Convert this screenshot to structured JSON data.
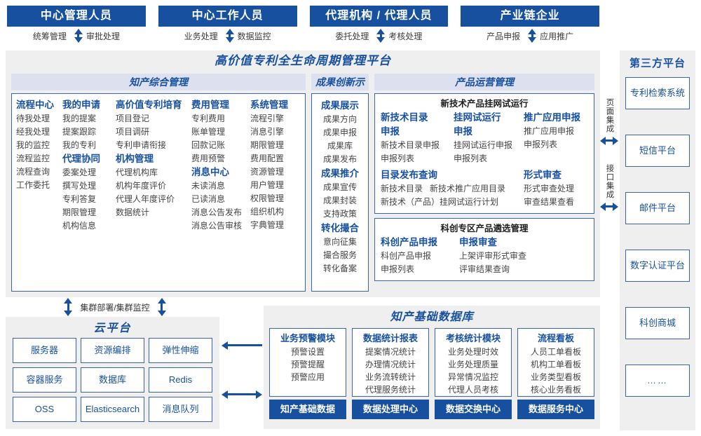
{
  "actors": [
    {
      "title": "中心管理人员",
      "left": "统筹管理",
      "right": "审批处理"
    },
    {
      "title": "中心工作人员",
      "left": "业务处理",
      "right": "数据监控"
    },
    {
      "title": "代理机构 / 代理人员",
      "left": "委托处理",
      "right": "考核处理"
    },
    {
      "title": "产业链企业",
      "left": "产品申报",
      "right": "应用推广"
    }
  ],
  "platform": {
    "title": "高价值专利全生命周期管理平台",
    "groups": {
      "ip_management": {
        "header": "知产综合管理",
        "columns": [
          {
            "blocks": [
              {
                "cat": "流程中心",
                "links": [
                  "待我处理",
                  "经我处理",
                  "我的监控",
                  "流程监控",
                  "流程查询",
                  "工作委托"
                ]
              }
            ]
          },
          {
            "blocks": [
              {
                "cat": "我的申请",
                "links": [
                  "我的提案",
                  "提案跟踪",
                  "我的专利"
                ]
              },
              {
                "cat": "代理协同",
                "links": [
                  "委案处理",
                  "撰写处理",
                  "专利答复",
                  "期限管理",
                  "机构信息"
                ]
              }
            ]
          },
          {
            "blocks": [
              {
                "cat": "高价值专利培育",
                "links": [
                  "项目登记",
                  "项目调研",
                  "专利申请衔接"
                ]
              },
              {
                "cat": "机构管理",
                "links": [
                  "代理机构库",
                  "机构年度评价",
                  "代理人年度评价",
                  "数据统计"
                ]
              }
            ]
          },
          {
            "blocks": [
              {
                "cat": "费用管理",
                "links": [
                  "专利费用",
                  "账单管理",
                  "回款记账",
                  "费用预警"
                ]
              },
              {
                "cat": "消息中心",
                "links": [
                  "未读消息",
                  "已读消息",
                  "消息公告发布",
                  "消息公告审核"
                ]
              }
            ]
          },
          {
            "blocks": [
              {
                "cat": "系统管理",
                "links": [
                  "流程引擎",
                  "消息引擎",
                  "期限管理",
                  "费用配置",
                  "资源管理",
                  "用户管理",
                  "权限管理",
                  "组织机构",
                  "字典管理"
                ]
              }
            ]
          }
        ]
      },
      "achievement": {
        "header": "成果创新示范",
        "blocks": [
          {
            "cat": "成果展示",
            "links": [
              "成果方向",
              "成果申报",
              "成果库",
              "成果发布"
            ]
          },
          {
            "cat": "成果推介",
            "links": [
              "成果宣传",
              "成果封装",
              "支持政策"
            ]
          },
          {
            "cat": "转化撮合",
            "links": [
              "意向征集",
              "撮合服务",
              "转化备案"
            ]
          }
        ]
      },
      "product_ops": {
        "header": "产品运营管理",
        "subboxes": [
          {
            "header": "新技术产品挂网试运行",
            "rows": [
              {
                "cols": [
                  {
                    "cat": "新技术目录申报",
                    "links": [
                      "新技术目录申报",
                      "申报列表"
                    ]
                  },
                  {
                    "cat": "挂网试运行申报",
                    "links": [
                      "挂网试运行申报",
                      "申报列表"
                    ]
                  },
                  {
                    "cat": "推广应用申报",
                    "links": [
                      "推广应用申报",
                      "申报列表"
                    ]
                  }
                ]
              },
              {
                "cols": [
                  {
                    "cat": "目录发布查询",
                    "links": [
                      "新技术目录",
                      "新技术（产品）挂网试运行计划"
                    ],
                    "links2": [
                      "新技术推广应用目录"
                    ]
                  },
                  {
                    "cat": "形式审查",
                    "links": [
                      "形式审查处理",
                      "审查结果查看"
                    ]
                  }
                ]
              }
            ]
          },
          {
            "header": "科创专区产品遴选管理",
            "rows": [
              {
                "cols": [
                  {
                    "cat": "科创产品申报",
                    "links": [
                      "科创产品申报",
                      "申报列表"
                    ]
                  },
                  {
                    "cat": "申报审查",
                    "links": [
                      "上架评审形式审查",
                      "评审结果查询"
                    ]
                  }
                ]
              }
            ]
          }
        ]
      }
    }
  },
  "integration": {
    "page": "页面集成",
    "api": "接口集成"
  },
  "third_party": {
    "title": "第三方平台",
    "items": [
      "专利检索系统",
      "短信平台",
      "邮件平台",
      "数字认证平台",
      "科创商城",
      "……"
    ]
  },
  "cluster_label": "集群部署/集群监控",
  "cloud": {
    "title": "云平台",
    "cells": [
      "服务器",
      "资源编排",
      "弹性伸缩",
      "容器服务",
      "数据库",
      "Redis",
      "OSS",
      "Elasticsearch",
      "消息队列"
    ]
  },
  "database": {
    "title": "知产基础数据库",
    "columns": [
      {
        "header": "业务预警模块",
        "items": [
          "预警设置",
          "预警提醒",
          "预警应用"
        ],
        "footer": "知产基础数据"
      },
      {
        "header": "数据统计报表",
        "items": [
          "提案情况统计",
          "办理情况统计",
          "业务流转统计",
          "代理服务统计"
        ],
        "footer": "数据处理中心"
      },
      {
        "header": "考核统计模块",
        "items": [
          "业务处理时效",
          "业务处理质量",
          "异常情况监控",
          "代理人员考核"
        ],
        "footer": "数据交换中心"
      },
      {
        "header": "流程看板",
        "items": [
          "人员工单看板",
          "机构工单看板",
          "业务类型看板",
          "核心业务看板"
        ],
        "footer": "数据服务中心"
      }
    ]
  },
  "colors": {
    "primary": "#17509E",
    "header_band": "#DCE0EF",
    "panel_bg": "#EFEFEF",
    "border": "#3C64AE",
    "link": "#444444"
  }
}
